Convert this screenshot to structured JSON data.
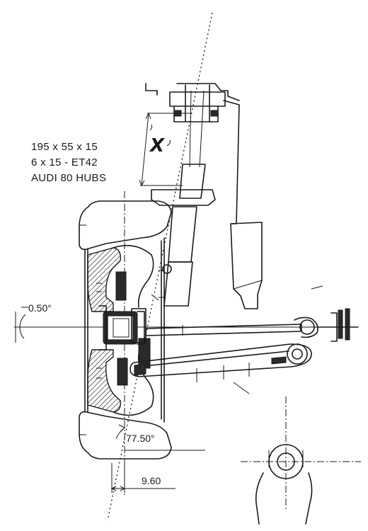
{
  "drawing": {
    "spec_lines": [
      "195 x 55 x 15",
      "6 x 15 - ET42",
      "AUDI 80 HUBS"
    ],
    "dimension_mark": "X",
    "camber_angle": "0.50°",
    "kingpin_angle": "77.50°",
    "scrub_offset": "9.60"
  }
}
